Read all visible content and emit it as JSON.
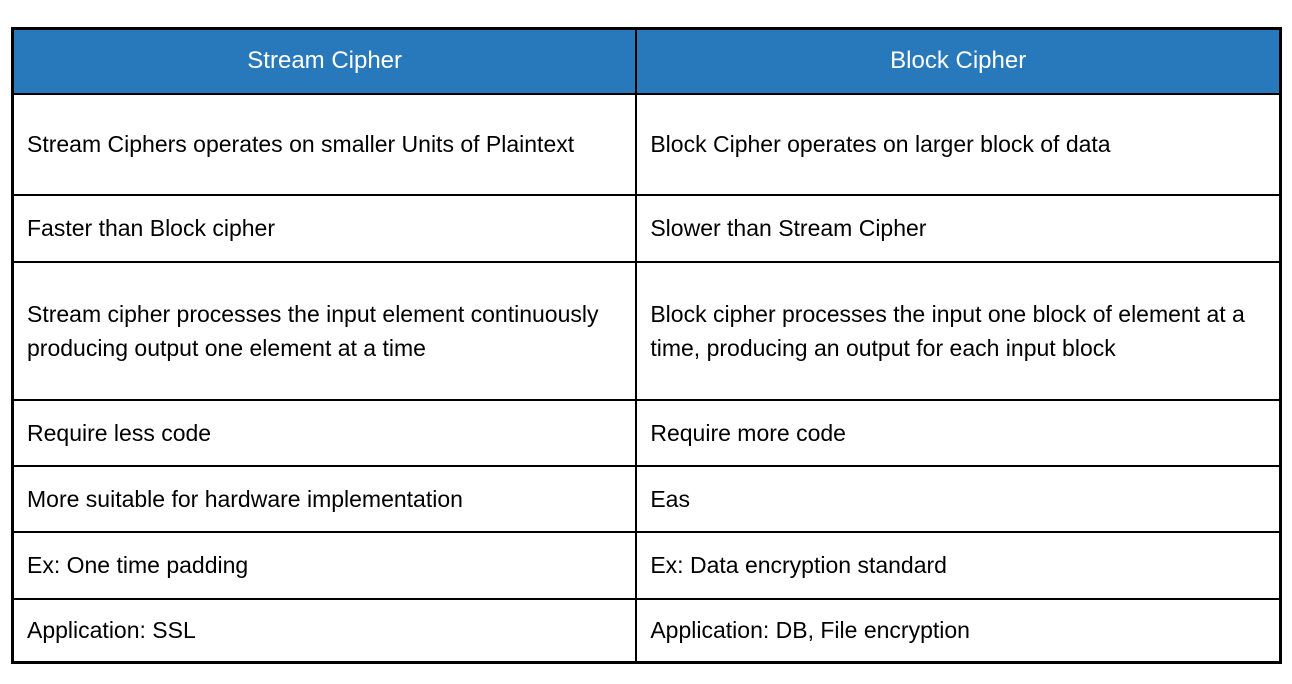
{
  "colors": {
    "header_bg": "#2879BB",
    "header_text": "#FFFFFF",
    "border": "#000000",
    "cell_bg": "#FFFFFF",
    "body_text": "#000000"
  },
  "table": {
    "headers": {
      "stream": "Stream Cipher",
      "block": "Block Cipher"
    },
    "rows": [
      {
        "stream": "Stream Ciphers operates on smaller Units of Plaintext",
        "block": "Block Cipher operates on larger block of data"
      },
      {
        "stream": "Faster than Block cipher",
        "block": "Slower than Stream Cipher"
      },
      {
        "stream": "Stream cipher processes the input element continuously producing output one element at a time",
        "block": "Block cipher processes the input one block of element at a time, producing an output for each input block"
      },
      {
        "stream": "Require less code",
        "block": "Require more code"
      },
      {
        "stream": "More suitable for hardware implementation",
        "block": "Eas"
      },
      {
        "stream": "Ex: One time padding",
        "block": "Ex: Data encryption standard"
      },
      {
        "stream": "Application: SSL",
        "block": "Application: DB, File encryption"
      }
    ]
  }
}
